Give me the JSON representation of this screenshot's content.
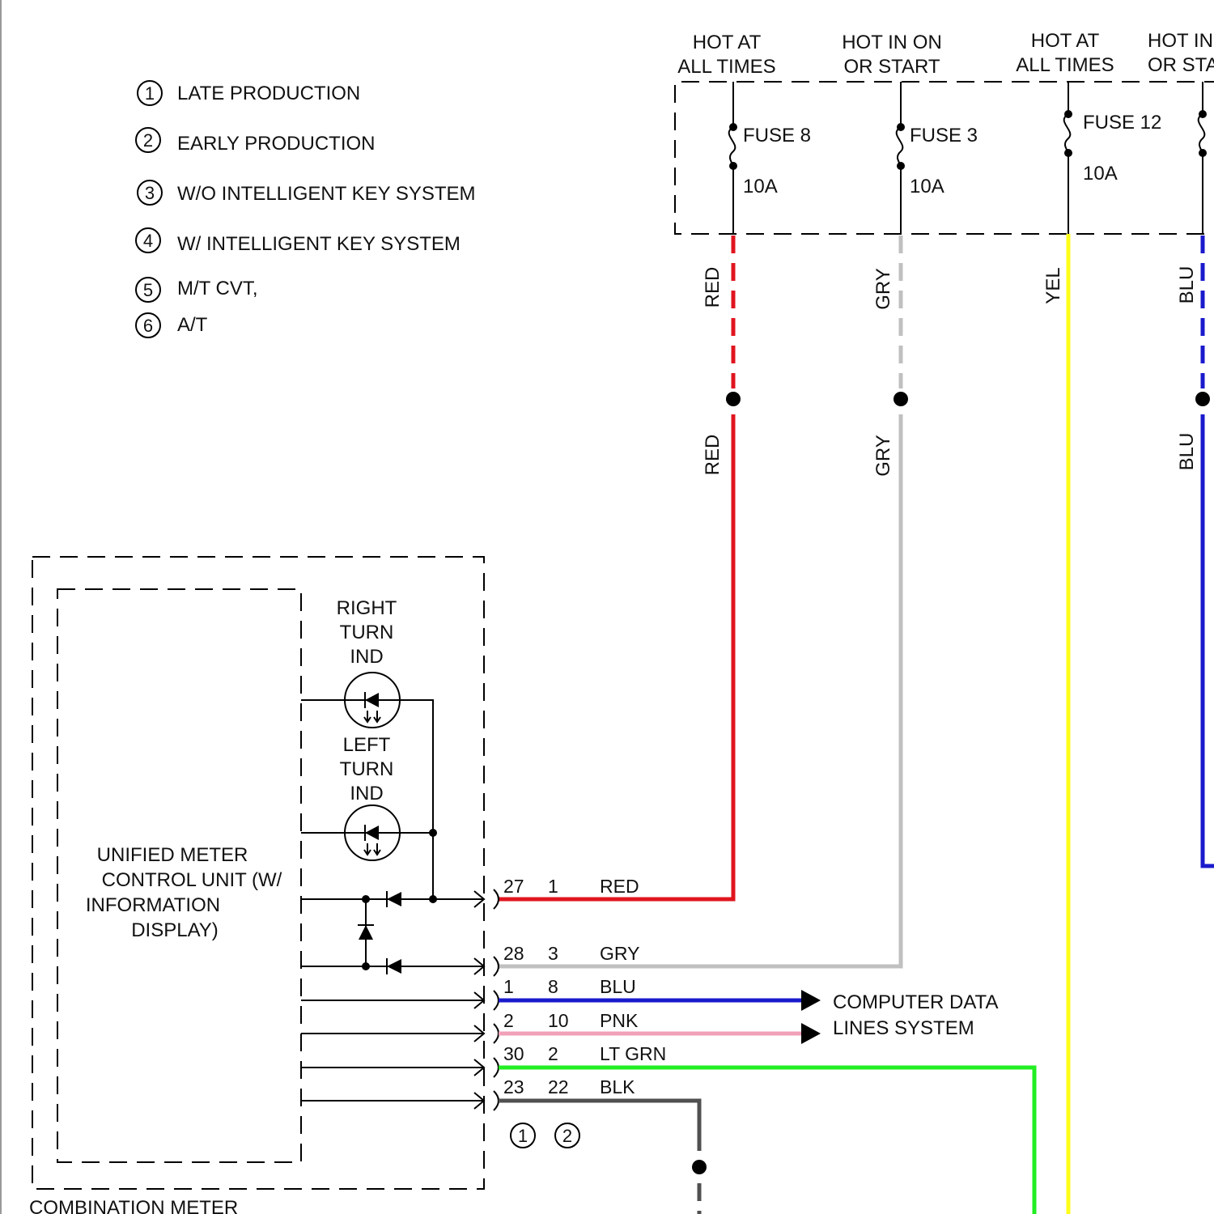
{
  "legend": [
    {
      "num": "1",
      "text": "LATE PRODUCTION"
    },
    {
      "num": "2",
      "text": "EARLY PRODUCTION"
    },
    {
      "num": "3",
      "text": "W/O INTELLIGENT KEY SYSTEM"
    },
    {
      "num": "4",
      "text": "W/ INTELLIGENT KEY SYSTEM"
    },
    {
      "num": "5",
      "text": "M/T CVT,"
    },
    {
      "num": "6",
      "text": "A/T"
    }
  ],
  "power": {
    "hot_at_all_times_1": [
      "HOT AT",
      "ALL TIMES"
    ],
    "hot_in_on_or_start": [
      "HOT IN ON",
      "OR START"
    ],
    "hot_at_all_times_2": [
      "HOT AT",
      "ALL TIMES"
    ],
    "hot_in_cut": [
      "HOT IN",
      "OR STA"
    ]
  },
  "fuses": [
    {
      "name": "FUSE 8",
      "rating": "10A"
    },
    {
      "name": "FUSE 3",
      "rating": "10A"
    },
    {
      "name": "FUSE 12",
      "rating": "10A"
    }
  ],
  "wire_labels": {
    "red": "RED",
    "gry": "GRY",
    "yel": "YEL",
    "blu": "BLU"
  },
  "colors": {
    "red": "#e0151f",
    "gry": "#c0c0c0",
    "yel": "#ffff1a",
    "blu": "#1a1acc",
    "pnk": "#f0a0b8",
    "ltgrn": "#22ee22",
    "blk": "#505050"
  },
  "meter": {
    "right_ind": [
      "RIGHT",
      "TURN",
      "IND"
    ],
    "left_ind": [
      "LEFT",
      "TURN",
      "IND"
    ],
    "unit_label": [
      "UNIFIED METER",
      "CONTROL UNIT (W/",
      "INFORMATION",
      "DISPLAY)"
    ],
    "outer_label": "COMBINATION METER"
  },
  "pins": [
    {
      "a": "27",
      "b": "1",
      "color": "RED"
    },
    {
      "a": "28",
      "b": "3",
      "color": "GRY"
    },
    {
      "a": "1",
      "b": "8",
      "color": "BLU"
    },
    {
      "a": "2",
      "b": "10",
      "color": "PNK"
    },
    {
      "a": "30",
      "b": "2",
      "color": "LT GRN"
    },
    {
      "a": "23",
      "b": "22",
      "color": "BLK"
    }
  ],
  "data_system": [
    "COMPUTER DATA",
    "LINES SYSTEM"
  ],
  "bottom_markers": [
    "1",
    "2"
  ]
}
